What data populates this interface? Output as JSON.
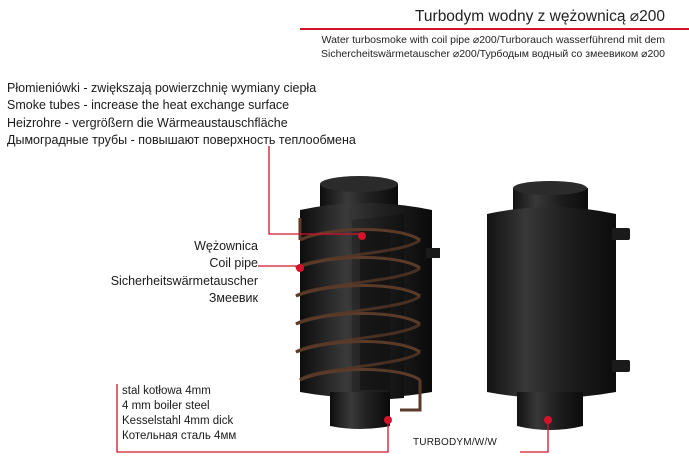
{
  "header": {
    "title": "Turbodym wodny z wężownicą ⌀200",
    "subtitle_lines": [
      "Water turbosmoke with coil pipe ⌀200/Turborauch wasserführend mit dem",
      "Sichercheitswärmetauscher ⌀200/Турбодым водный со змеевиком ⌀200"
    ]
  },
  "labels": {
    "smoke_tubes": [
      "Płomieniówki - zwiększają powierzchnię wymiany ciepła",
      "Smoke tubes - increase the heat exchange surface",
      "Heizrohre - vergrößern die Wärmeaustauschfläche",
      "Дымоградные трубы - повышают поверхность теплообмена"
    ],
    "coil_pipe": [
      "Wężownica",
      "Coil pipe",
      "Sicherheitswärmetauscher",
      "Змеевик"
    ],
    "boiler_steel": [
      "stal kotłowa 4mm",
      "4 mm boiler steel",
      "Kesselstahl 4mm dick",
      "Котельная сталь 4мм"
    ],
    "model_code": "TURBODYM/W/W"
  },
  "colors": {
    "accent": "#d5122b",
    "product_body": "#1e1e1e",
    "coil": "#5a3a28"
  }
}
